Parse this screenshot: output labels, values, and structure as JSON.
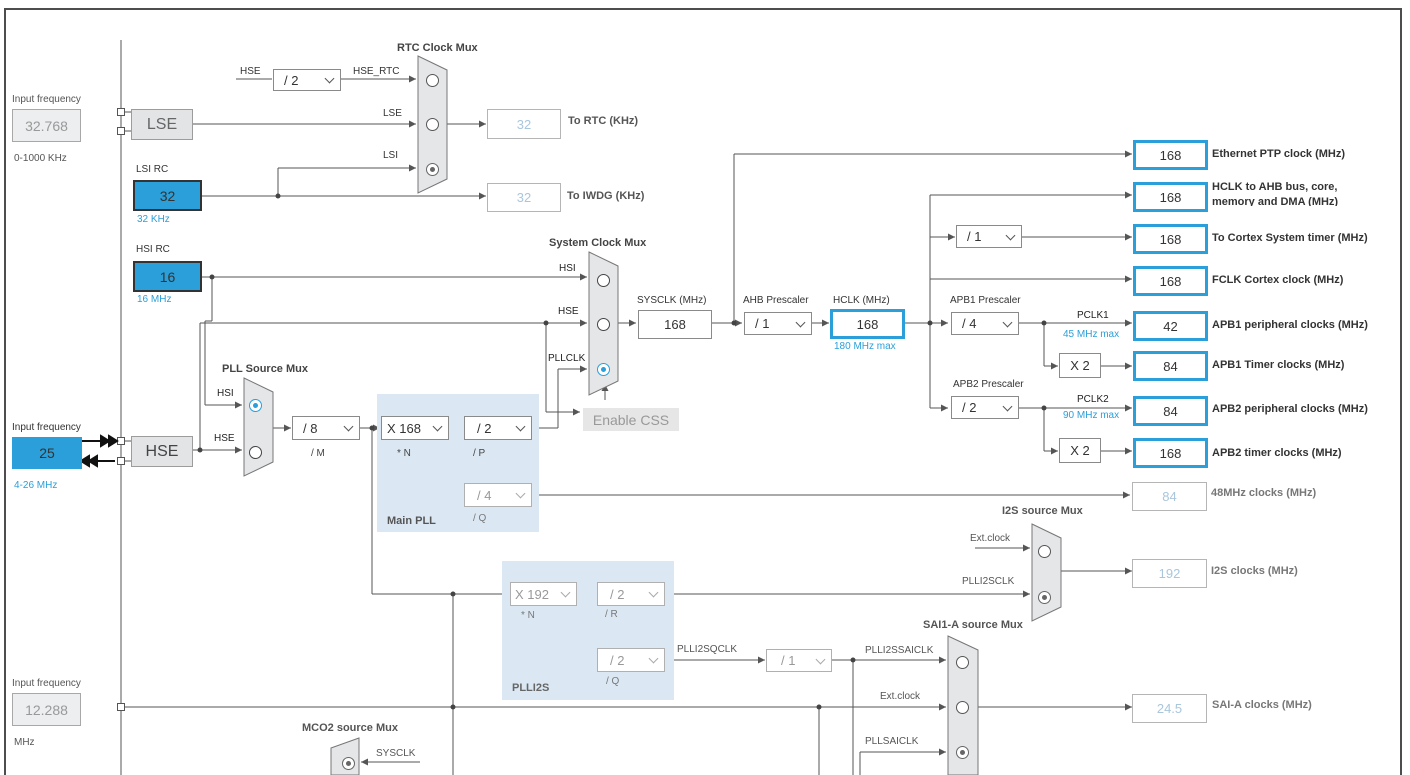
{
  "left_inputs": {
    "lse_input": {
      "label": "Input frequency",
      "value": "32.768",
      "range": "0-1000 KHz"
    },
    "hse_input": {
      "label": "Input frequency",
      "value": "25",
      "range": "4-26 MHz"
    },
    "i2s_input": {
      "label": "Input frequency",
      "value": "12.288",
      "range": "MHz"
    }
  },
  "sources": {
    "lse": "LSE",
    "lsi_rc": {
      "label": "LSI RC",
      "value": "32",
      "freq": "32 KHz"
    },
    "hsi_rc": {
      "label": "HSI RC",
      "value": "16",
      "freq": "16 MHz"
    },
    "hse": "HSE"
  },
  "rtc_mux": {
    "title": "RTC Clock Mux",
    "hse_label": "HSE",
    "divider": "/ 2",
    "hse_rtc_label": "HSE_RTC",
    "lse_label": "LSE",
    "lsi_label": "LSI",
    "rtc_value": "32",
    "rtc_label": "To RTC (KHz)",
    "iwdg_value": "32",
    "iwdg_label": "To IWDG (KHz)"
  },
  "sysclk_mux": {
    "title": "System Clock Mux",
    "hsi_label": "HSI",
    "hse_label": "HSE",
    "pllclk_label": "PLLCLK",
    "sysclk_label": "SYSCLK (MHz)",
    "sysclk_value": "168",
    "enable_css": "Enable CSS"
  },
  "ahb": {
    "title": "AHB Prescaler",
    "value": "/ 1",
    "hclk_label": "HCLK (MHz)",
    "hclk_value": "168",
    "hclk_max": "180 MHz max"
  },
  "apb1": {
    "title": "APB1 Prescaler",
    "value": "/ 4",
    "pclk_label": "PCLK1",
    "pclk_max": "45 MHz max",
    "mult": "X 2"
  },
  "apb2": {
    "title": "APB2 Prescaler",
    "value": "/ 2",
    "pclk_label": "PCLK2",
    "pclk_max": "90 MHz max",
    "mult": "X 2"
  },
  "cortex_div": "/ 1",
  "outputs": [
    {
      "value": "168",
      "label": "Ethernet PTP clock (MHz)"
    },
    {
      "value": "168",
      "label": "HCLK to AHB bus, core,",
      "label2": "memory and DMA (MHz)"
    },
    {
      "value": "168",
      "label": "To Cortex System timer (MHz)"
    },
    {
      "value": "168",
      "label": "FCLK Cortex clock (MHz)"
    },
    {
      "value": "42",
      "label": "APB1 peripheral clocks (MHz)"
    },
    {
      "value": "84",
      "label": "APB1 Timer clocks (MHz)"
    },
    {
      "value": "84",
      "label": "APB2 peripheral clocks (MHz)"
    },
    {
      "value": "168",
      "label": "APB2 timer clocks (MHz)"
    },
    {
      "value": "84",
      "label": "48MHz clocks (MHz)"
    },
    {
      "value": "192",
      "label": "I2S clocks (MHz)"
    },
    {
      "value": "24.5",
      "label": "SAI-A clocks (MHz)"
    }
  ],
  "pll_source_mux": {
    "title": "PLL Source Mux",
    "hsi_label": "HSI",
    "hse_label": "HSE"
  },
  "main_pll": {
    "title": "Main PLL",
    "m_value": "/ 8",
    "m_label": "/ M",
    "n_value": "X 168",
    "n_label": "* N",
    "p_value": "/ 2",
    "p_label": "/ P",
    "q_value": "/ 4",
    "q_label": "/ Q"
  },
  "i2s_mux": {
    "title": "I2S source Mux",
    "ext_label": "Ext.clock",
    "pll_label": "PLLI2SCLK"
  },
  "plli2s": {
    "title": "PLLI2S",
    "n_value": "X 192",
    "n_label": "* N",
    "r_value": "/ 2",
    "r_label": "/ R",
    "q_value": "/ 2",
    "q_label": "/ Q",
    "plli2sqclk_label": "PLLI2SQCLK",
    "sai_div": "/ 1"
  },
  "sai_mux": {
    "title": "SAI1-A source Mux",
    "plli2ssai_label": "PLLI2SSAICLK",
    "ext_label": "Ext.clock",
    "pllsai_label": "PLLSAICLK"
  },
  "mco2_mux": {
    "title": "MCO2 source Mux",
    "sysclk_label": "SYSCLK"
  }
}
